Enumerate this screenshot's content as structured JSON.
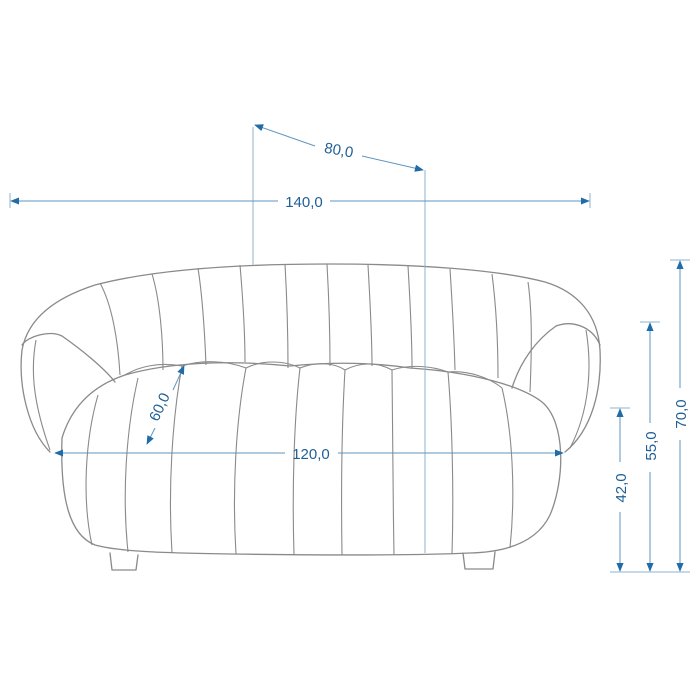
{
  "dimensions": {
    "total_width": "140,0",
    "depth": "80,0",
    "seat_width": "120,0",
    "seat_depth": "60,0",
    "seat_height": "42,0",
    "arm_height": "55,0",
    "total_height": "70,0"
  },
  "colors": {
    "outline": "#8a8a8a",
    "dimension_line": "#5f95bf",
    "dimension_text": "#1f5f95"
  }
}
